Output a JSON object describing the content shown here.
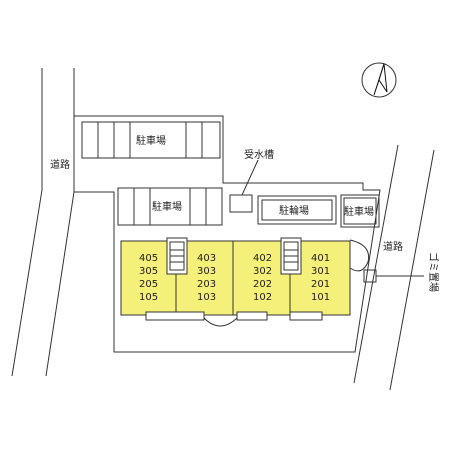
{
  "labels": {
    "road_left": "道路",
    "road_right": "道路",
    "parking_top": "駐車場",
    "parking_mid": "駐車場",
    "parking_right": "駐車場",
    "water_tank": "受水槽",
    "bicycle_parking": "駐輪場",
    "garbage": "ゴミ置場"
  },
  "units": {
    "col1": [
      "405",
      "305",
      "205",
      "105"
    ],
    "col2": [
      "403",
      "303",
      "203",
      "103"
    ],
    "col3": [
      "402",
      "302",
      "202",
      "102"
    ],
    "col4": [
      "401",
      "301",
      "201",
      "101"
    ]
  },
  "colors": {
    "building_fill": "#f5f07a",
    "line": "#333333"
  },
  "icons": {
    "compass": "north-arrow-icon"
  }
}
